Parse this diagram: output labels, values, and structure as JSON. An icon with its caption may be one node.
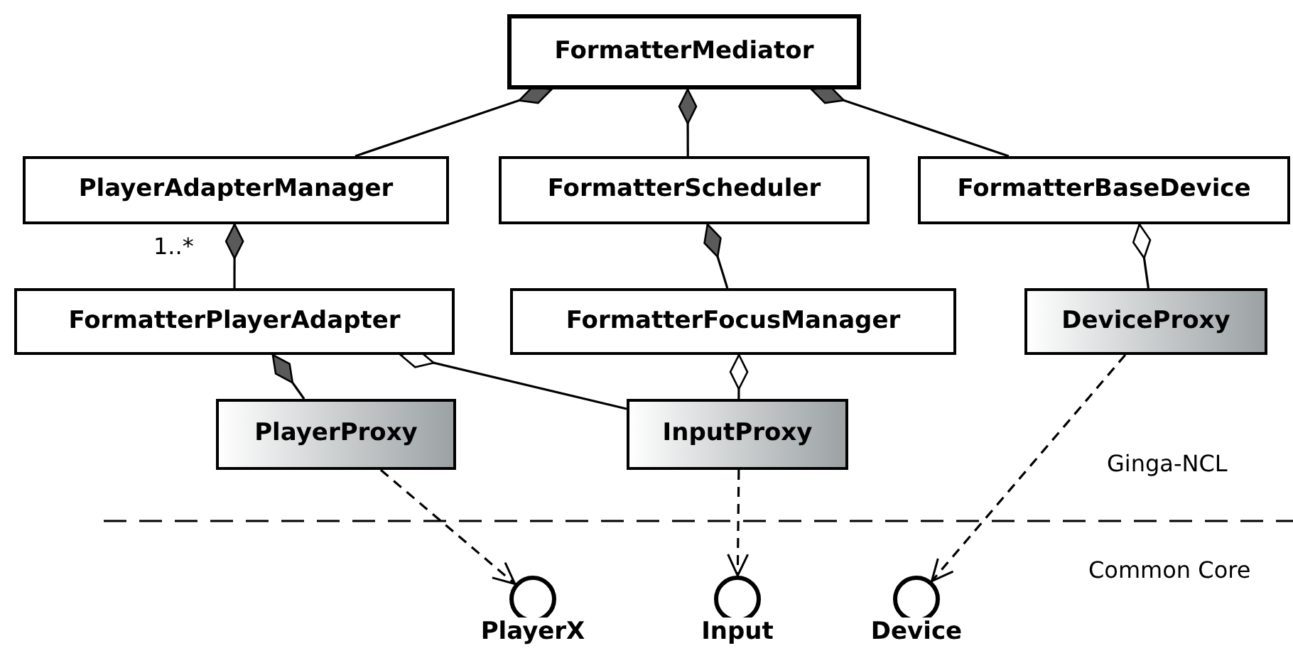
{
  "diagram": {
    "nodes": [
      {
        "text": [
          "FormatterMediator"
        ]
      },
      {
        "text": [
          "PlayerAdapterManager"
        ]
      },
      {
        "text": [
          "FormatterScheduler"
        ]
      },
      {
        "text": [
          "FormatterBaseDevice"
        ]
      },
      {
        "text": [
          "FormatterPlayerAdapter"
        ]
      },
      {
        "text": [
          "FormatterFocusManager"
        ]
      },
      {
        "text": [
          "DeviceProxy"
        ]
      },
      {
        "text": [
          "PlayerProxy"
        ]
      },
      {
        "text": [
          "InputProxy"
        ]
      },
      {
        "text": [
          "PlayerX"
        ]
      },
      {
        "text": [
          "Input"
        ]
      },
      {
        "text": [
          "Device"
        ]
      }
    ],
    "edges": [
      {
        "from": 0,
        "to": 1,
        "arrow": "other"
      },
      {
        "from": 0,
        "to": 2,
        "arrow": "other"
      },
      {
        "from": 0,
        "to": 3,
        "arrow": "other"
      },
      {
        "from": 1,
        "to": 4,
        "arrow": "other",
        "label": "1..*"
      },
      {
        "from": 2,
        "to": 5,
        "arrow": "other"
      },
      {
        "from": 3,
        "to": 6,
        "arrow": "other"
      },
      {
        "from": 4,
        "to": 7,
        "arrow": "other"
      },
      {
        "from": 4,
        "to": 8,
        "arrow": "other"
      },
      {
        "from": 5,
        "to": 8,
        "arrow": "other"
      },
      {
        "from": 7,
        "to": 9,
        "arrow": "to",
        "style": "dashed"
      },
      {
        "from": 8,
        "to": 10,
        "arrow": "to",
        "style": "dashed"
      },
      {
        "from": 6,
        "to": 11,
        "arrow": "to",
        "style": "dashed"
      }
    ],
    "labels": [
      "Ginga-NCL",
      "Common Core"
    ]
  }
}
